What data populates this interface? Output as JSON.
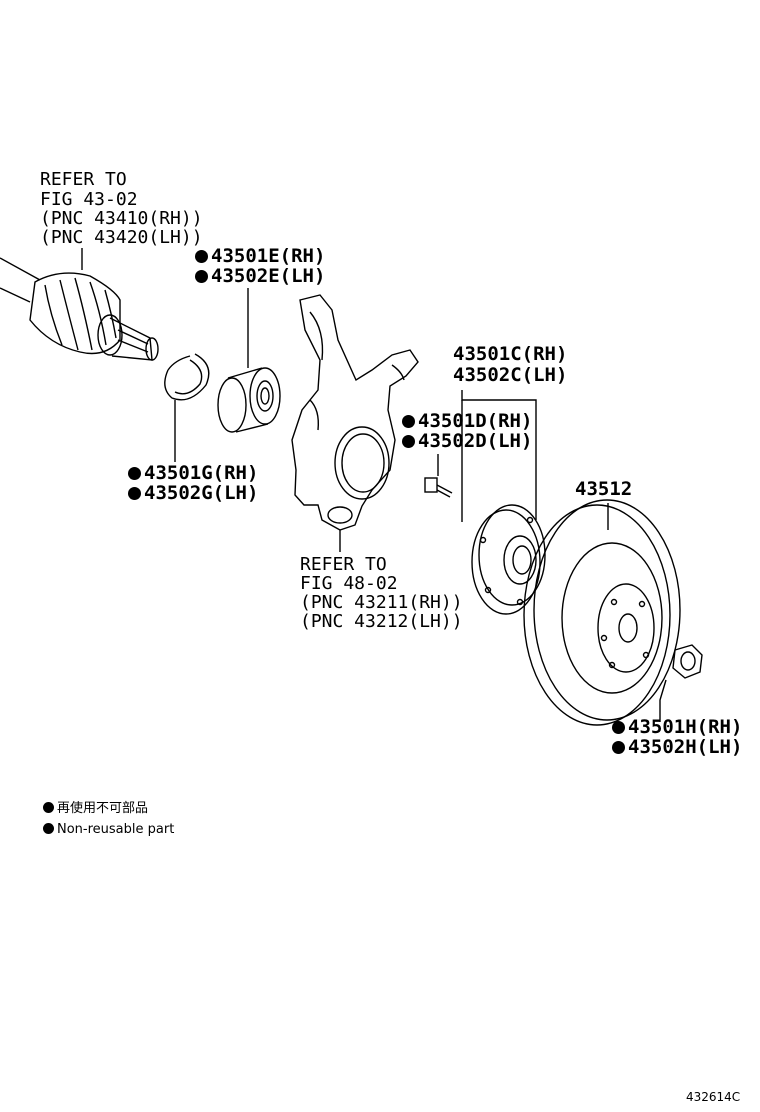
{
  "callouts": {
    "driveshaft": {
      "line1": "REFER TO",
      "line2": "FIG 43-02",
      "line3": "(PNC 43410(RH))",
      "line4": "(PNC 43420(LH))"
    },
    "bearing_e": {
      "rh": "43501E(RH)",
      "lh": "43502E(LH)"
    },
    "snapring_g": {
      "rh": "43501G(RH)",
      "lh": "43502G(LH)"
    },
    "hub_c": {
      "rh": "43501C(RH)",
      "lh": "43502C(LH)"
    },
    "bolt_d": {
      "rh": "43501D(RH)",
      "lh": "43502D(LH)"
    },
    "knuckle": {
      "line1": "REFER TO",
      "line2": "FIG 48-02",
      "line3": "(PNC 43211(RH))",
      "line4": "(PNC 43212(LH))"
    },
    "disc": {
      "label": "43512"
    },
    "nut_h": {
      "rh": "43501H(RH)",
      "lh": "43502H(LH)"
    }
  },
  "legend": {
    "jp": "再使用不可部品",
    "en": "Non-reusable part"
  },
  "figure_id": "432614C",
  "colors": {
    "ink": "#000000",
    "background": "#ffffff"
  }
}
